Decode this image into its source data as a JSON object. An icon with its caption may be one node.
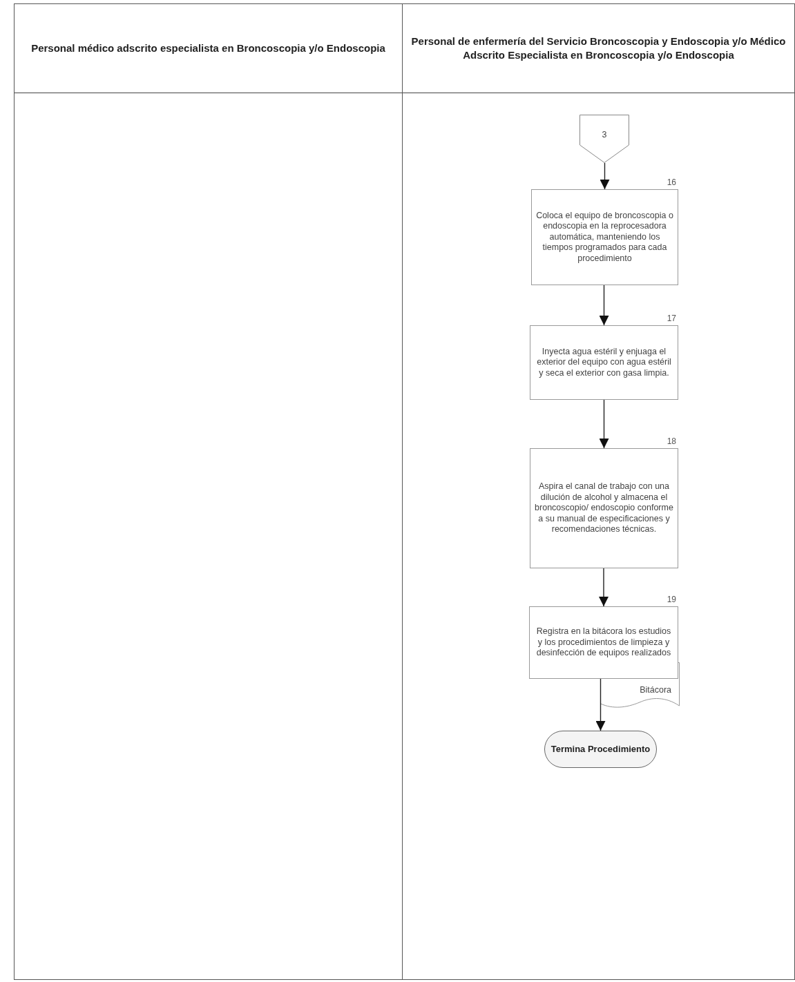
{
  "diagram": {
    "nodes": [
      {
        "text": [
          "Personal médico adscrito especialista en Broncoscopia y/o Endoscopia"
        ]
      },
      {
        "text": [
          "Personal de enfermería del Servicio Broncoscopia y Endoscopia y/o Médico Adscrito Especialista en Broncoscopia y/o Endoscopia"
        ]
      },
      {
        "text": [
          "3"
        ],
        "in": 1
      },
      {
        "text": [
          "Coloca el equipo de broncoscopia o endoscopia en la reprocesadora automática, manteniendo los tiempos programados para cada procedimiento"
        ],
        "beside": [
          "16"
        ],
        "in": 1
      },
      {
        "text": [
          "Inyecta agua estéril y enjuaga el exterior del equipo con agua estéril y seca el exterior con gasa limpia."
        ],
        "beside": [
          "17"
        ],
        "in": 1
      },
      {
        "text": [
          "Aspira el canal de trabajo con una dilución de alcohol y almacena el broncoscopio/ endoscopio conforme a su manual de especificaciones y recomendaciones técnicas."
        ],
        "beside": [
          "18"
        ],
        "in": 1
      },
      {
        "text": [
          "Registra en la bitácora los estudios y los procedimientos de limpieza y desinfección de equipos realizados"
        ],
        "beside": [
          "19"
        ],
        "in": 1
      },
      {
        "text": [
          "Bitácora"
        ],
        "in": 1
      },
      {
        "text": [
          "Termina Procedimiento"
        ],
        "in": 1
      }
    ],
    "edges": [
      {
        "from": 2,
        "to": 3,
        "arrow": "to"
      },
      {
        "from": 3,
        "to": 4,
        "arrow": "to"
      },
      {
        "from": 4,
        "to": 5,
        "arrow": "to"
      },
      {
        "from": 5,
        "to": 6,
        "arrow": "to"
      },
      {
        "from": 6,
        "to": 8,
        "arrow": "to"
      }
    ]
  }
}
